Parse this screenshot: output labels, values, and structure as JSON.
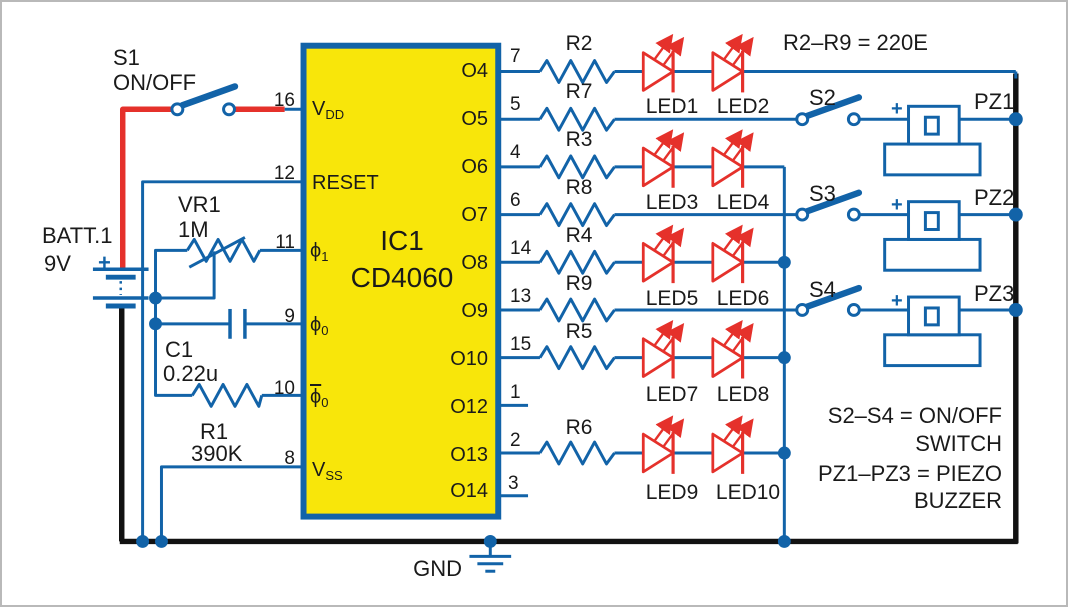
{
  "colors": {
    "wire_blue": "#1263a8",
    "wire_red": "#e5312b",
    "wire_black": "#121212",
    "led_red": "#e5312b",
    "ic_fill": "#f8e60a",
    "ic_border": "#1263a8",
    "background": "#ffffff",
    "frame_gray": "#b9b9b9"
  },
  "power": {
    "s1_label": "S1",
    "s1_mode": "ON/OFF",
    "battery_name": "BATT.1",
    "battery_voltage": "9V",
    "plus": "+"
  },
  "ic": {
    "ref": "IC1",
    "part": "CD4060",
    "left_pins": [
      {
        "num": "16",
        "base": "V",
        "sub": "DD"
      },
      {
        "num": "12",
        "base": "RESET",
        "sub": ""
      },
      {
        "num": "11",
        "base": "ϕ",
        "sub": "1"
      },
      {
        "num": "9",
        "base": "ϕ",
        "sub": "0"
      },
      {
        "num": "10",
        "base": "ϕ",
        "sub": "0"
      },
      {
        "num": "8",
        "base": "V",
        "sub": "SS"
      }
    ],
    "right_pins": [
      {
        "name": "O4",
        "num": "7"
      },
      {
        "name": "O5",
        "num": "5"
      },
      {
        "name": "O6",
        "num": "4"
      },
      {
        "name": "O7",
        "num": "6"
      },
      {
        "name": "O8",
        "num": "14"
      },
      {
        "name": "O9",
        "num": "13"
      },
      {
        "name": "O10",
        "num": "15"
      },
      {
        "name": "O12",
        "num": "1"
      },
      {
        "name": "O13",
        "num": "2"
      },
      {
        "name": "O14",
        "num": "3"
      }
    ]
  },
  "oscillator": {
    "vr1_ref": "VR1",
    "vr1_value": "1M",
    "c1_ref": "C1",
    "c1_value": "0.22u",
    "r1_ref": "R1",
    "r1_value": "390K"
  },
  "resistor_labels": [
    "R2",
    "R7",
    "R3",
    "R8",
    "R4",
    "R9",
    "R5",
    "R6"
  ],
  "led_labels": [
    [
      "LED1",
      "LED2"
    ],
    [
      "LED3",
      "LED4"
    ],
    [
      "LED5",
      "LED6"
    ],
    [
      "LED7",
      "LED8"
    ],
    [
      "LED9",
      "LED10"
    ]
  ],
  "switch_labels": [
    "S2",
    "S3",
    "S4"
  ],
  "buzzer_labels": [
    "PZ1",
    "PZ2",
    "PZ3"
  ],
  "buzzer_plus": "+",
  "gnd_label": "GND",
  "notes": {
    "resistors": "R2–R9 = 220E",
    "switches_line1": "S2–S4 = ON/OFF",
    "switches_line2": "SWITCH",
    "buzzers_line1": "PZ1–PZ3 = PIEZO",
    "buzzers_line2": "BUZZER"
  }
}
